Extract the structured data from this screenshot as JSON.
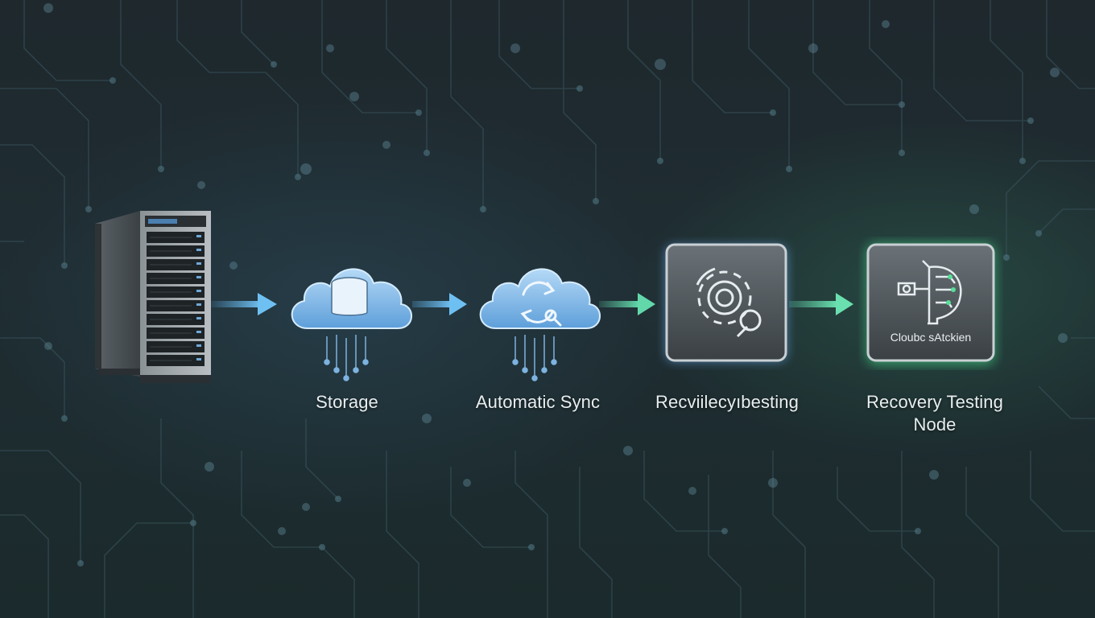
{
  "diagram": {
    "nodes": [
      {
        "id": "server",
        "label": "",
        "icon": "server-rack-icon"
      },
      {
        "id": "storage",
        "label": "Storage",
        "icon": "database-cloud-icon"
      },
      {
        "id": "sync",
        "label": "Automatic Sync",
        "icon": "sync-cloud-icon"
      },
      {
        "id": "testing",
        "label": "Recviilecyıbesting",
        "icon": "gear-cycle-icon"
      },
      {
        "id": "recovery",
        "label_line1": "Recovery Testing",
        "label_line2": "Node",
        "caption": "Cloubc sAtckien",
        "icon": "brain-circuit-icon"
      }
    ],
    "edges": [
      {
        "from": "server",
        "to": "storage",
        "color": "#5fb0e8"
      },
      {
        "from": "storage",
        "to": "sync",
        "color": "#5fb0e8"
      },
      {
        "from": "sync",
        "to": "testing",
        "color": "#5fd2a8"
      },
      {
        "from": "testing",
        "to": "recovery",
        "color": "#5fd2a8"
      }
    ]
  },
  "colors": {
    "background": "#1e2a2e",
    "circuit": "#3f5a63",
    "cloud": "#8fc4f0",
    "accent_blue": "#5fb0e8",
    "accent_green": "#54e09a"
  }
}
